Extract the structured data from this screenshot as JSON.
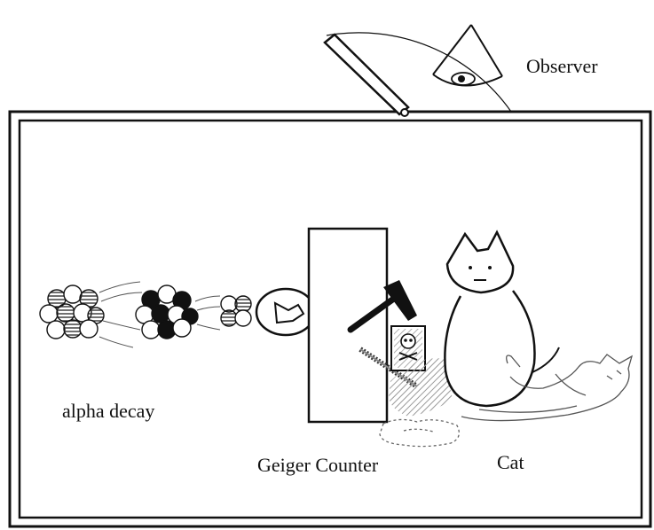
{
  "labels": {
    "observer": "Observer",
    "alpha_decay": "alpha decay",
    "geiger_counter": "Geiger Counter",
    "cat": "Cat"
  },
  "colors": {
    "ink": "#111111",
    "background": "#ffffff",
    "hatch": "#9a9a9a"
  },
  "icons": {
    "observer": "eye-icon",
    "poison": "skull-icon",
    "mechanism": "hammer-icon"
  }
}
